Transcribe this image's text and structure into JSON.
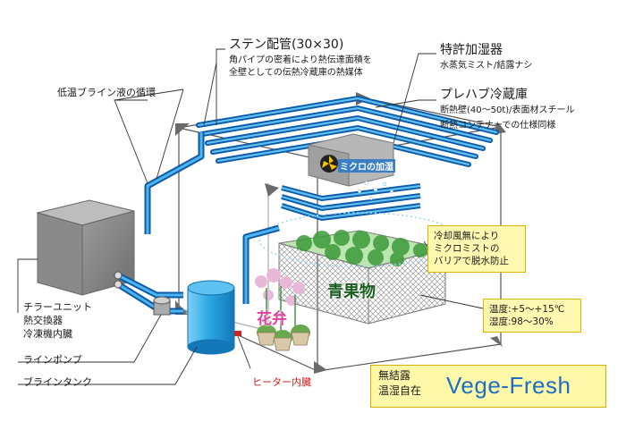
{
  "labels": {
    "pipe_title": "ステン配管(30×30)",
    "pipe_desc_1": "角パイプの密着により熱伝達面積を",
    "pipe_desc_2": "全壁としての伝熱冷蔵庫の熱媒体",
    "brine_circulation": "低温ブライン液の循環",
    "humidifier_title": "特許加湿器",
    "humidifier_desc": "水蒸気ミスト/結露ナシ",
    "prefab_title": "プレハブ冷蔵庫",
    "prefab_desc_1": "断熱壁(40〜50t)/表面材スチール",
    "prefab_desc_2": "断熱コンテナーでの仕様同様",
    "micro_humid": "ミクロの加湿",
    "chiller_1": "チラーユニット",
    "chiller_2": "熱交換器",
    "chiller_3": "冷凍機内臓",
    "line_pump": "ラインポンプ",
    "brine_tank": "ブラインタンク",
    "heater": "ヒーター内臓",
    "vegetables": "青果物",
    "flowers": "花弁"
  },
  "notes": {
    "no_wind_1": "冷却風無により",
    "no_wind_2": "ミクロミストの",
    "no_wind_3": "バリアで脱水防止",
    "temp": "温度:+5〜+15℃",
    "humidity": "湿度:98〜30%"
  },
  "brand": {
    "line1": "無結露",
    "line2": "温湿自在",
    "name": "Vege-Fresh"
  },
  "colors": {
    "pipe": "#1e88d8",
    "pipe_dark": "#0d5aa8",
    "room_line": "#555555",
    "note_bg": "#fff8b0",
    "brand_text": "#1e6fc0",
    "heater_text": "#d21f1f"
  }
}
